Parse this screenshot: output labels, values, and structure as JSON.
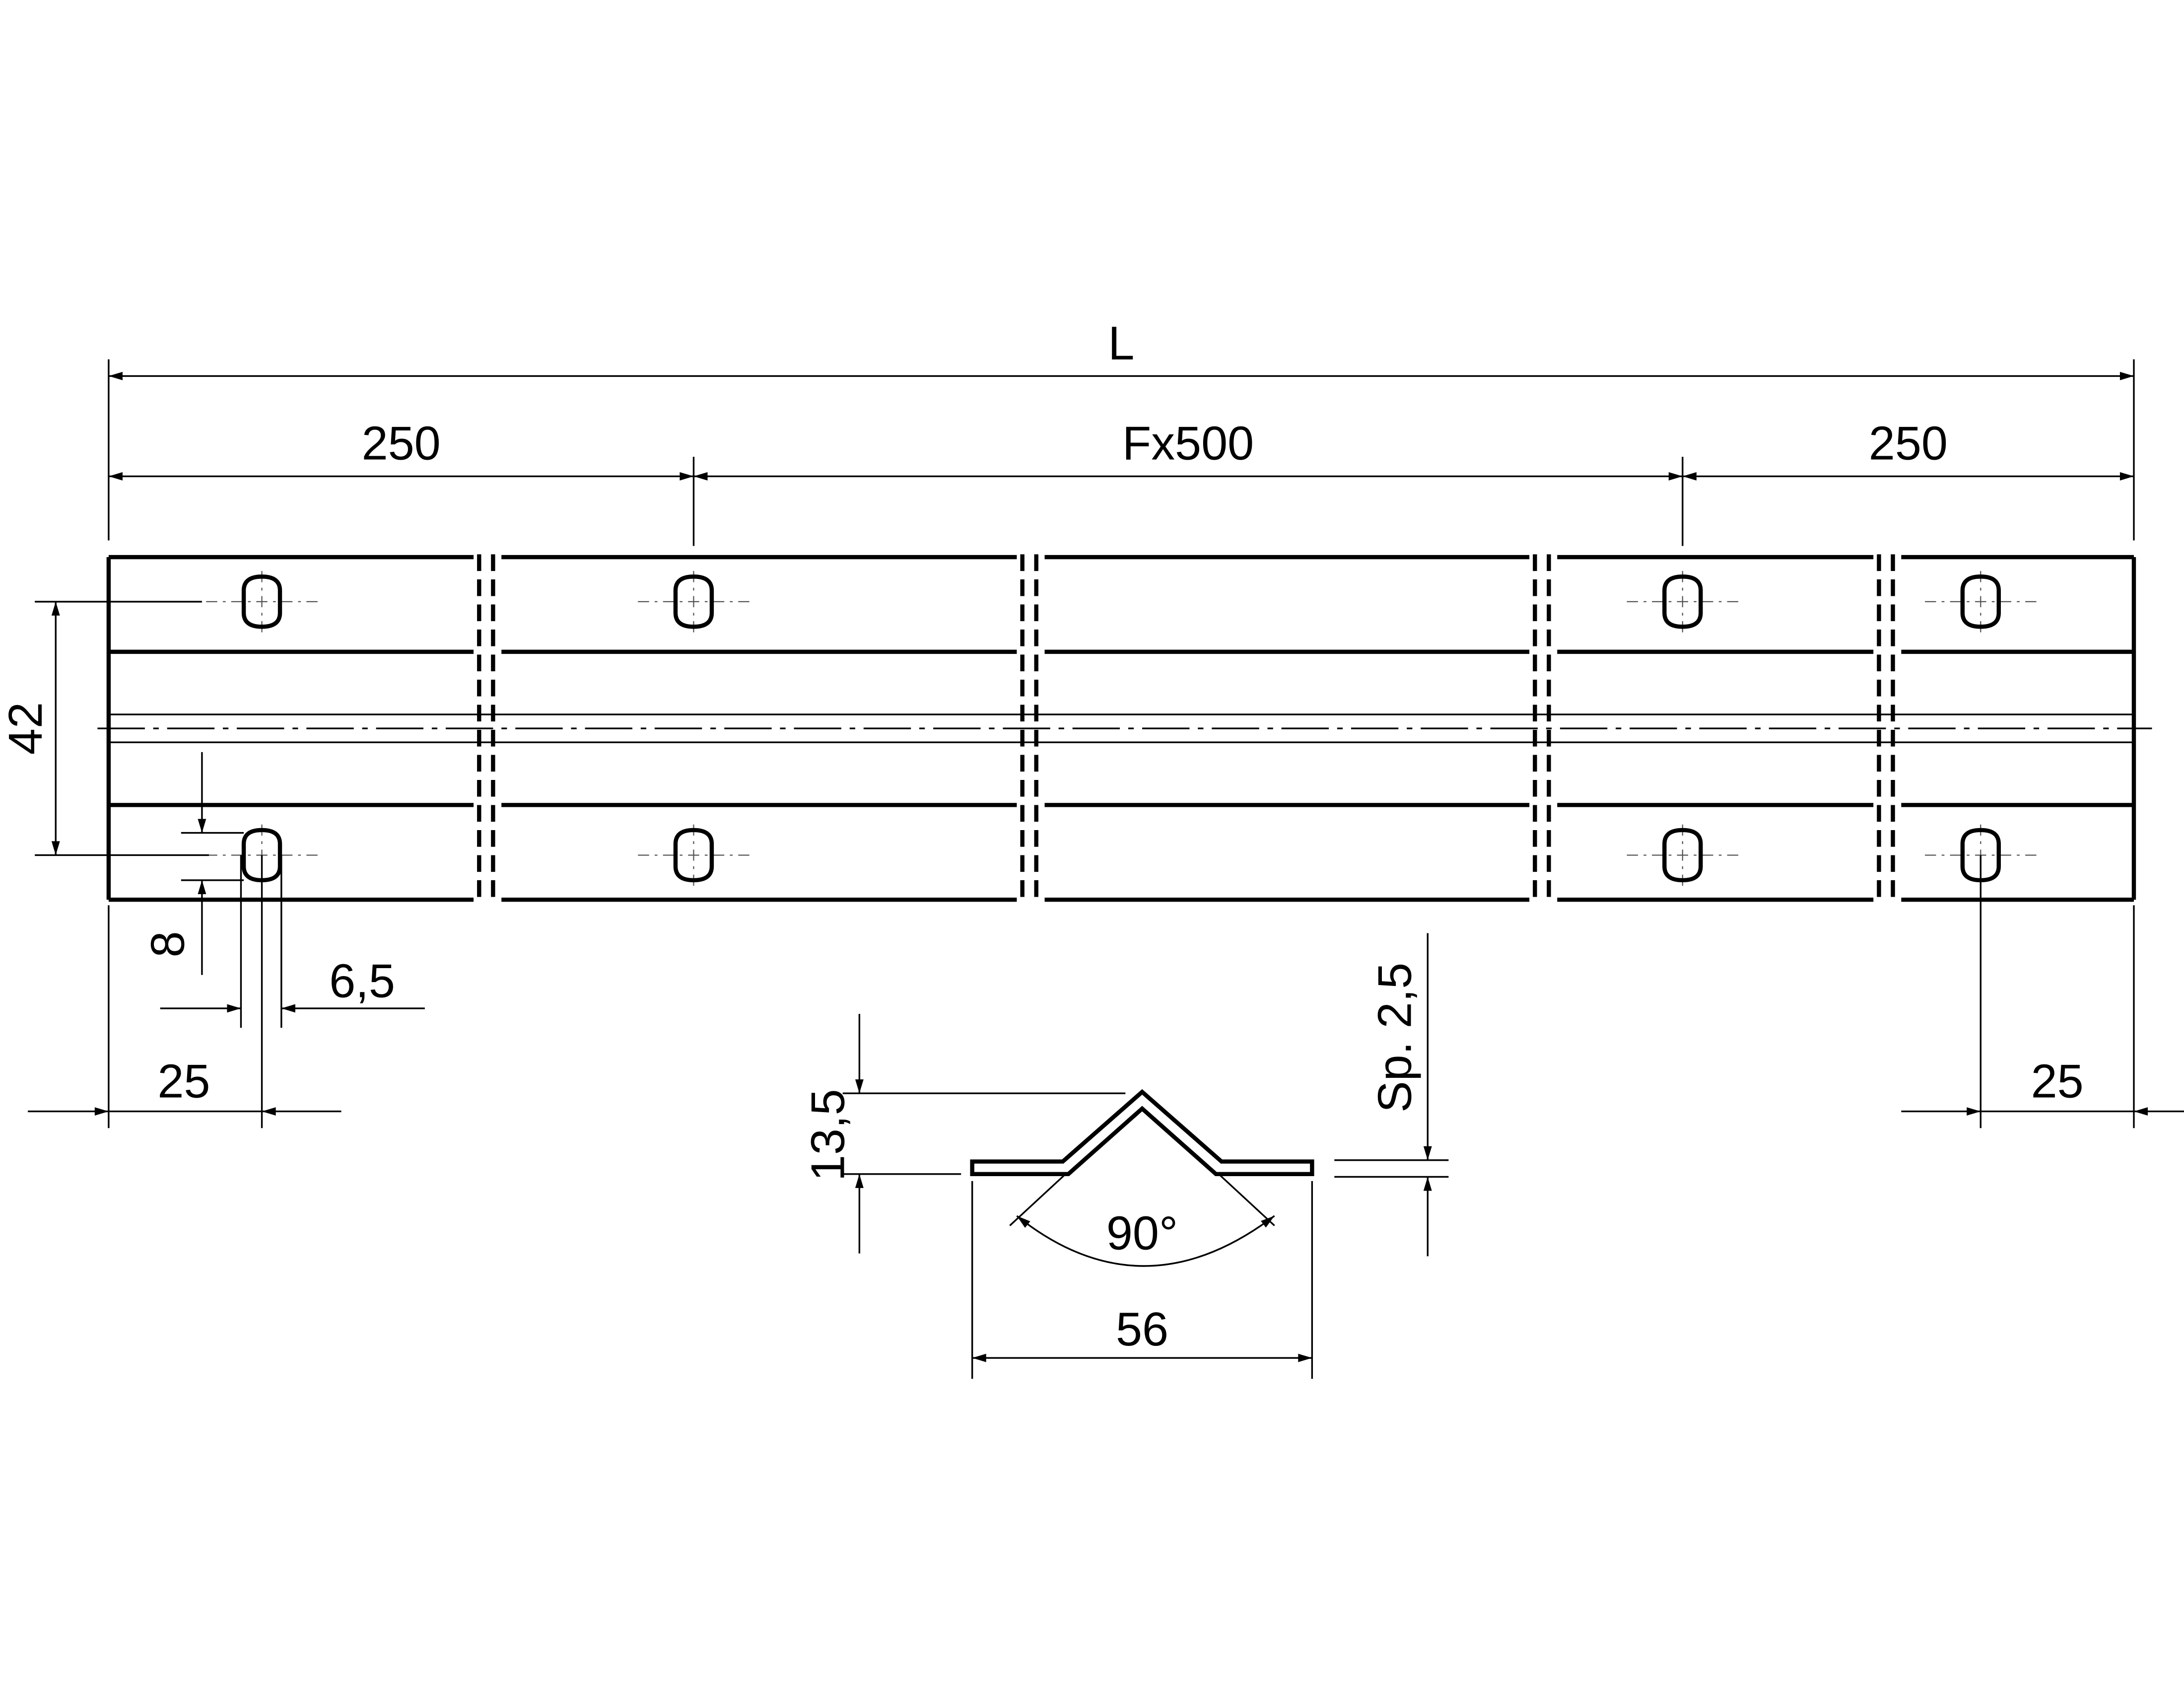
{
  "drawing": {
    "dimensions": {
      "overall_length": "L",
      "end_spacing_left": "250",
      "pitch": "Fx500",
      "end_spacing_right": "250",
      "hole_center_distance": "42",
      "slot_length": "8",
      "slot_width": "6,5",
      "hole_offset_left": "25",
      "hole_offset_right": "25",
      "profile_height": "13,5",
      "profile_angle": "90°",
      "profile_width": "56",
      "thickness": "Sp. 2,5"
    }
  }
}
